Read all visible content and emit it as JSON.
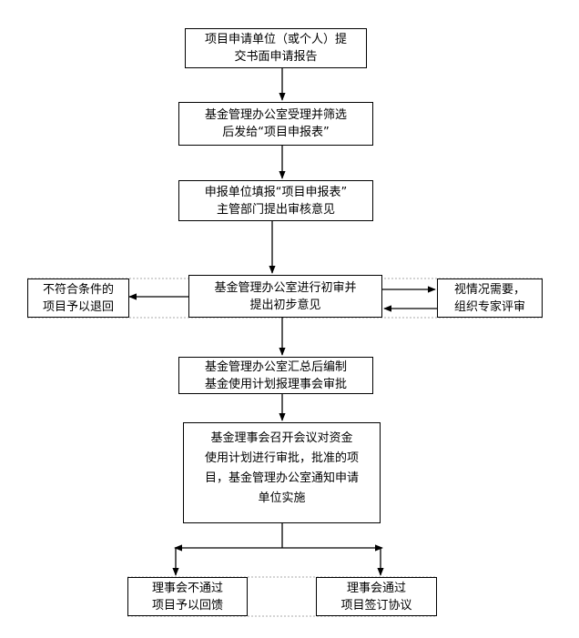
{
  "nodes": {
    "submit_report": "项目申请单位（或个人）提\n交书面申请报告",
    "fund_office_accept": "基金管理办公室受理并筛选\n后发给“项目申报表”",
    "applicant_fill_form": "申报单位填报“项目申报表”\n主管部门提出审核意见",
    "preliminary_review": "基金管理办公室进行初审并\n提出初步意见",
    "rejected_return": "不符合条件的\n项目予以退回",
    "expert_review": "视情况需要，\n组织专家评审",
    "summary_plan": "基金管理办公室汇总后编制\n基金使用计划报理事会审批",
    "council_meeting": "基金理事会召开会议对资金\n使用计划进行审批，批准的项\n目，基金管理办公室通知申请\n单位实施",
    "not_approved": "理事会不通过\n项目予以回馈",
    "approved": "理事会通过\n项目签订协议"
  }
}
